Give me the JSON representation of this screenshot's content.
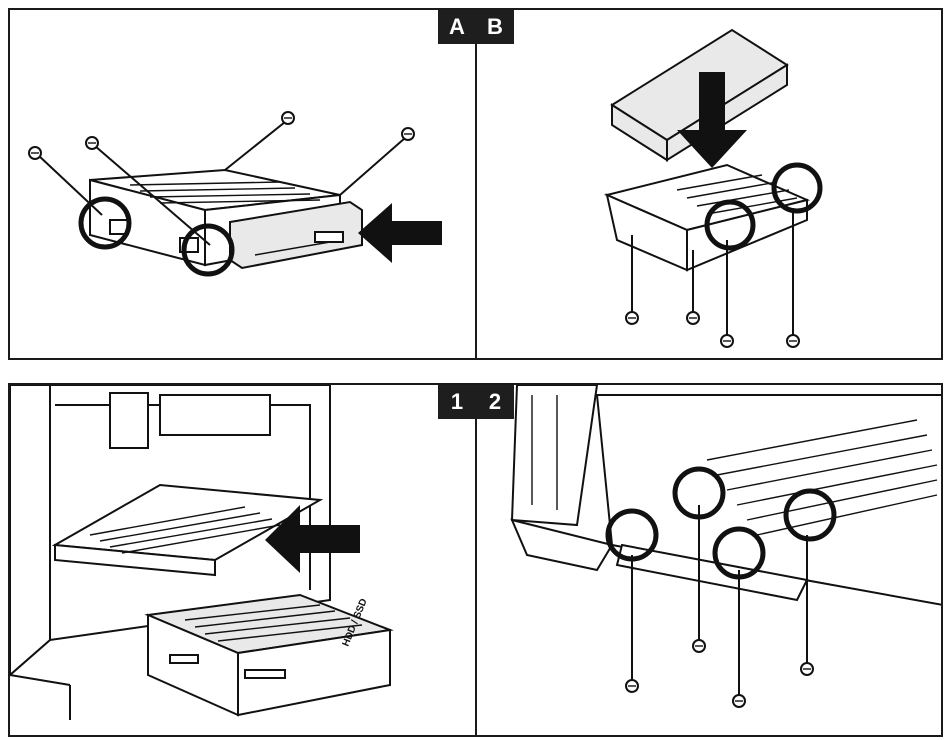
{
  "top_panel": {
    "label_left": "A",
    "label_right": "B"
  },
  "bottom_panel": {
    "label_left": "1",
    "label_right": "2"
  },
  "drive_tray_text": "HDD / SSD",
  "colors": {
    "ink": "#111111",
    "label_bg": "#1e1e1e",
    "label_text": "#ffffff",
    "background": "#ffffff"
  },
  "icons": [
    "screw-icon",
    "arrow-icon",
    "highlight-circle"
  ]
}
